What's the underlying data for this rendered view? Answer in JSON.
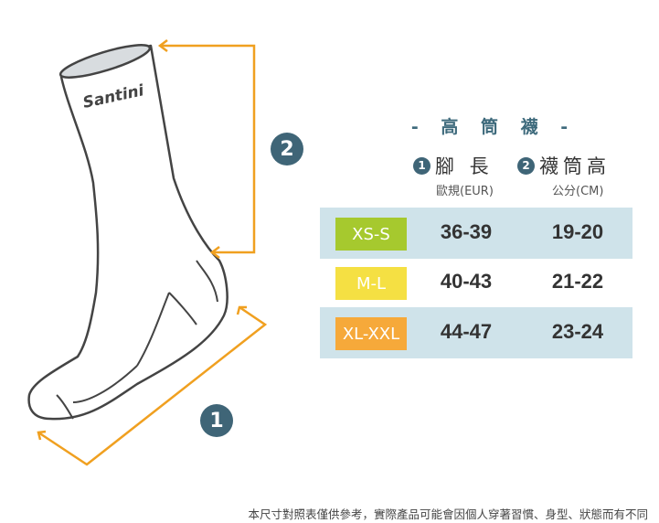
{
  "illustration": {
    "brand": "Santini",
    "markers": [
      "1",
      "2"
    ]
  },
  "table": {
    "title": "- 高 筒 襪 -",
    "col1": {
      "badge": "1",
      "label": "腳 長",
      "unit": "歐規(EUR)"
    },
    "col2": {
      "badge": "2",
      "label": "襪筒高",
      "unit": "公分(CM)"
    },
    "rows": [
      {
        "size": "XS-S",
        "foot": "36-39",
        "height": "19-20"
      },
      {
        "size": "M-L",
        "foot": "40-43",
        "height": "21-22"
      },
      {
        "size": "XL-XXL",
        "foot": "44-47",
        "height": "23-24"
      }
    ]
  },
  "colors": {
    "accent": "#3f6577",
    "arrow": "#f0a020",
    "xs_s": "#a6c92e",
    "m_l": "#f5e043",
    "xl_xxl": "#f6a93a",
    "row_blue": "#cfe3ea"
  },
  "footnote": "本尺寸對照表僅供參考，實際產品可能會因個人穿著習慣、身型、狀態而有不同"
}
